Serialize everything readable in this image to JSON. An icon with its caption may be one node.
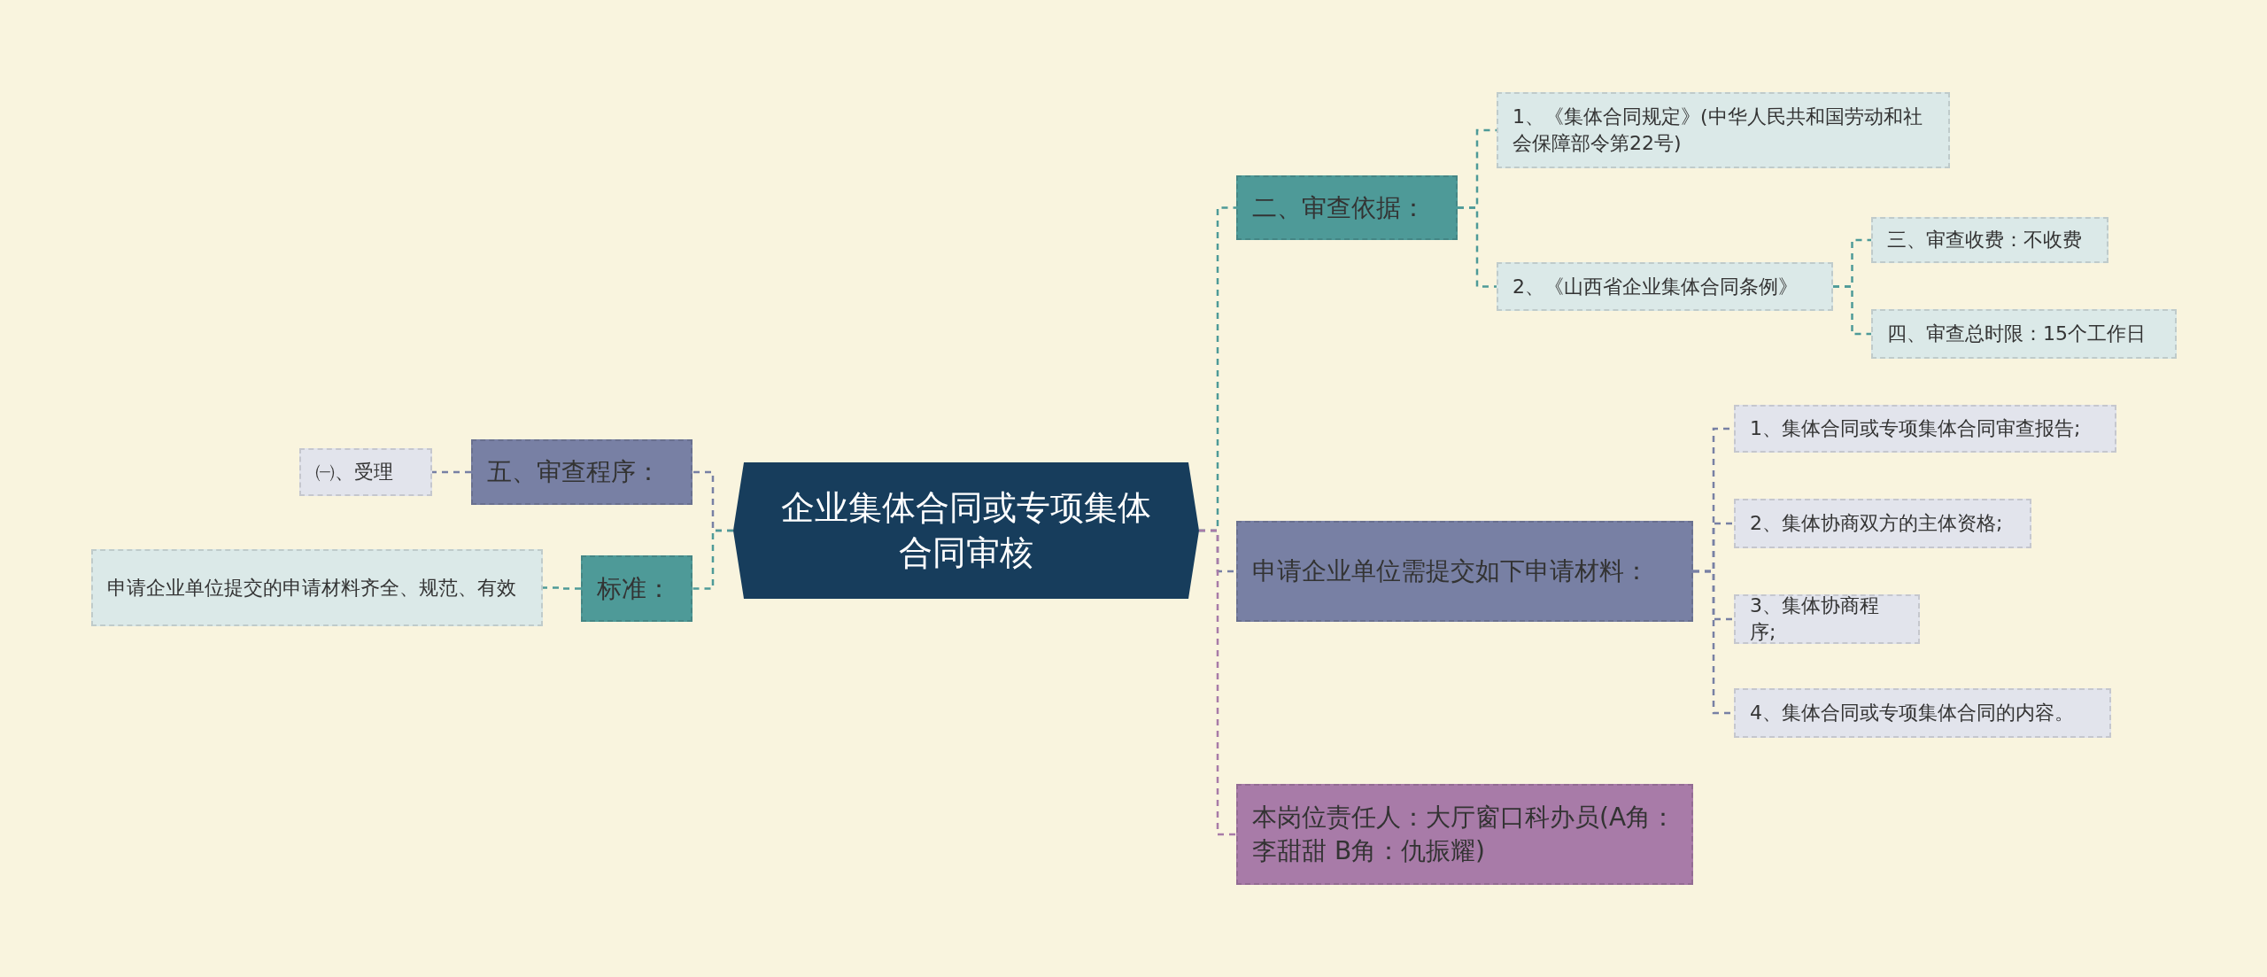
{
  "diagram": {
    "nodes": [
      {
        "text": [
          "企业集体合同或专项集体合同审核"
        ]
      },
      {
        "text": [
          "二、审查依据："
        ]
      },
      {
        "text": [
          "1、《集体合同规定》(中华人民共和国劳动和社会保障部令第22号)"
        ]
      },
      {
        "text": [
          "2、《山西省企业集体合同条例》"
        ]
      },
      {
        "text": [
          "三、审查收费：不收费"
        ]
      },
      {
        "text": [
          "四、审查总时限：15个工作日"
        ]
      },
      {
        "text": [
          "申请企业单位需提交如下申请材料："
        ]
      },
      {
        "text": [
          "1、集体合同或专项集体合同审查报告;"
        ]
      },
      {
        "text": [
          "2、集体协商双方的主体资格;"
        ]
      },
      {
        "text": [
          "3、集体协商程序;"
        ]
      },
      {
        "text": [
          "4、集体合同或专项集体合同的内容。"
        ]
      },
      {
        "text": [
          "本岗位责任人：大厅窗口科办员(A角：李甜甜 B角：仇振耀)"
        ]
      },
      {
        "text": [
          "五、审查程序："
        ]
      },
      {
        "text": [
          "㈠、受理"
        ]
      },
      {
        "text": [
          "标准："
        ]
      },
      {
        "text": [
          "申请企业单位提交的申请材料齐全、规范、有效"
        ]
      }
    ],
    "edges": [
      {
        "from": 0,
        "to": 1,
        "arrow": "none",
        "style": "dashed",
        "color": "#4e9a98"
      },
      {
        "from": 1,
        "to": 2,
        "arrow": "none",
        "style": "dashed",
        "color": "#4e9a98"
      },
      {
        "from": 1,
        "to": 3,
        "arrow": "none",
        "style": "dashed",
        "color": "#4e9a98"
      },
      {
        "from": 3,
        "to": 4,
        "arrow": "none",
        "style": "dashed",
        "color": "#4e9a98"
      },
      {
        "from": 3,
        "to": 5,
        "arrow": "none",
        "style": "dashed",
        "color": "#4e9a98"
      },
      {
        "from": 0,
        "to": 6,
        "arrow": "none",
        "style": "dashed",
        "color": "#7880a4"
      },
      {
        "from": 6,
        "to": 7,
        "arrow": "none",
        "style": "dashed",
        "color": "#7880a4"
      },
      {
        "from": 6,
        "to": 8,
        "arrow": "none",
        "style": "dashed",
        "color": "#7880a4"
      },
      {
        "from": 6,
        "to": 9,
        "arrow": "none",
        "style": "dashed",
        "color": "#7880a4"
      },
      {
        "from": 6,
        "to": 10,
        "arrow": "none",
        "style": "dashed",
        "color": "#7880a4"
      },
      {
        "from": 0,
        "to": 11,
        "arrow": "none",
        "style": "dashed",
        "color": "#a87ba8"
      },
      {
        "from": 0,
        "to": 12,
        "arrow": "none",
        "style": "dashed",
        "color": "#7880a4"
      },
      {
        "from": 12,
        "to": 13,
        "arrow": "none",
        "style": "dashed",
        "color": "#7880a4"
      },
      {
        "from": 0,
        "to": 14,
        "arrow": "none",
        "style": "dashed",
        "color": "#4e9a98"
      },
      {
        "from": 14,
        "to": 15,
        "arrow": "none",
        "style": "dashed",
        "color": "#4e9a98"
      }
    ]
  }
}
